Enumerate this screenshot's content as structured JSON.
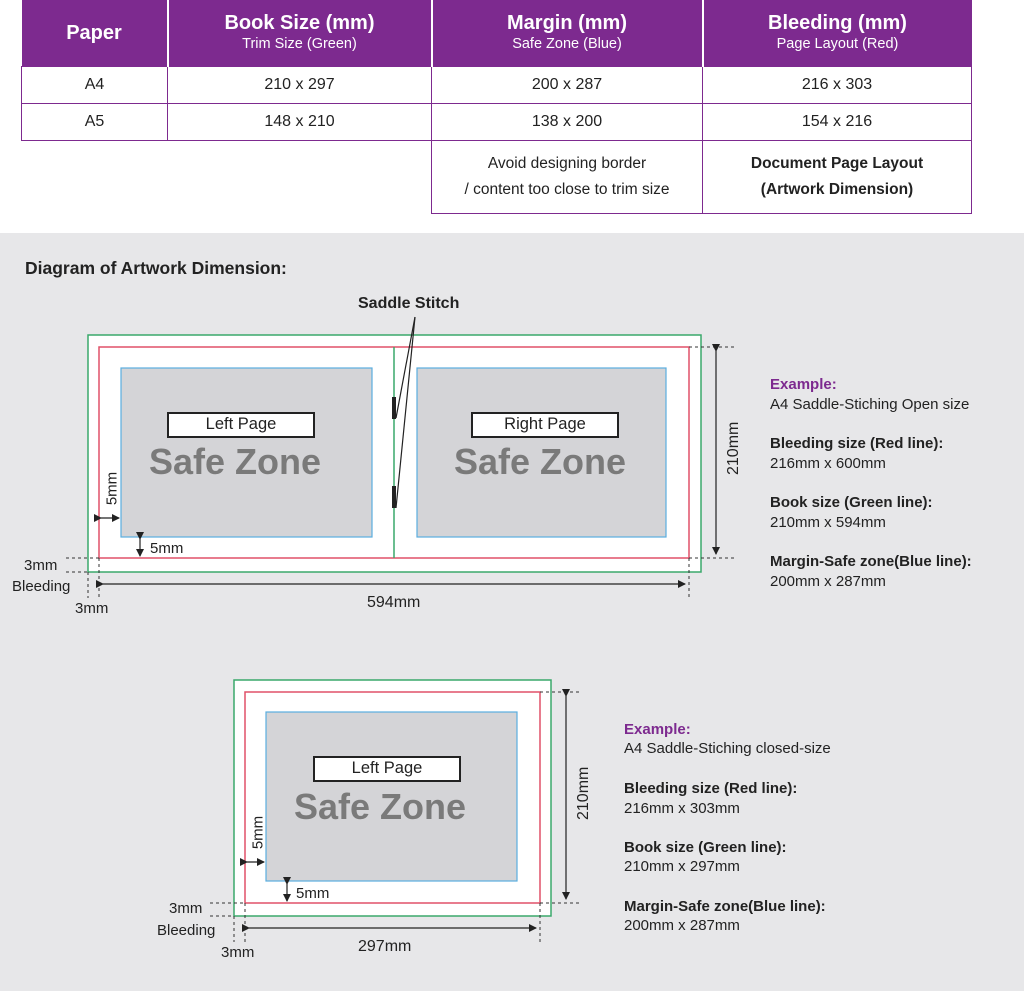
{
  "table": {
    "headers": [
      {
        "title": "Paper",
        "sub": ""
      },
      {
        "title": "Book Size (mm)",
        "sub": "Trim Size (Green)"
      },
      {
        "title": "Margin (mm)",
        "sub": "Safe Zone (Blue)"
      },
      {
        "title": "Bleeding (mm)",
        "sub": "Page Layout (Red)"
      }
    ],
    "rows": [
      [
        "A4",
        "210 x 297",
        "200 x 287",
        "216 x 303"
      ],
      [
        "A5",
        "148 x 210",
        "138 x 200",
        "154 x 216"
      ]
    ],
    "notes": {
      "margin_line1": "Avoid designing border",
      "margin_line2": "/ content too close to trim size",
      "bleed_line1": "Document Page Layout",
      "bleed_line2": "(Artwork Dimension)"
    }
  },
  "diagram": {
    "title": "Diagram of Artwork Dimension:",
    "saddle_stitch": "Saddle Stitch",
    "left_page": "Left Page",
    "right_page": "Right Page",
    "safe_zone": "Safe Zone",
    "dim_5mm": "5mm",
    "dim_3mm": "3mm",
    "bleeding": "Bleeding",
    "open_width": "594mm",
    "closed_width": "297mm",
    "height": "210mm"
  },
  "example_open": {
    "title": "Example:",
    "desc": "A4 Saddle-Stiching Open size",
    "bleed_title": "Bleeding size (Red line):",
    "bleed_value": "216mm x 600mm",
    "book_title": "Book size (Green line):",
    "book_value": "210mm x 594mm",
    "margin_title": "Margin-Safe zone(Blue line):",
    "margin_value": "200mm x 287mm"
  },
  "example_closed": {
    "title": "Example:",
    "desc": "A4 Saddle-Stiching closed-size",
    "bleed_title": "Bleeding size (Red line):",
    "bleed_value": "216mm x 303mm",
    "book_title": "Book size (Green line):",
    "book_value": "210mm x 297mm",
    "margin_title": "Margin-Safe zone(Blue line):",
    "margin_value": "200mm x 287mm"
  },
  "colors": {
    "purple": "#7d2a8f",
    "green_trim": "#3aa86b",
    "blue_safe": "#5aaee0",
    "red_bleed": "#e05068",
    "safe_fill": "#d4d4d7"
  }
}
